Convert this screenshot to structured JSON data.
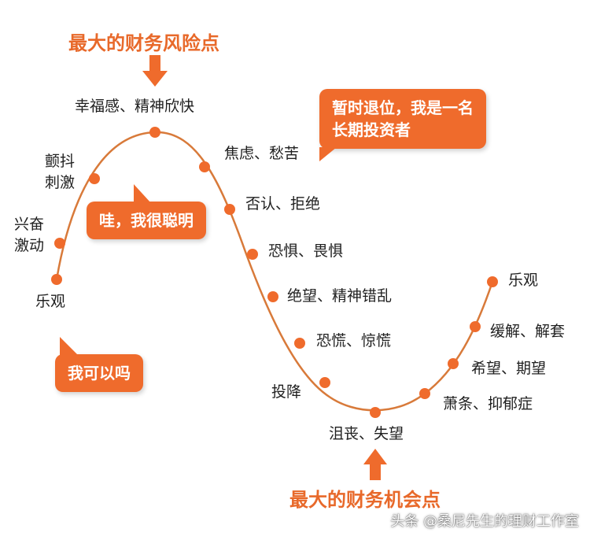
{
  "headings": {
    "risk": "最大的财务风险点",
    "opportunity": "最大的财务机会点"
  },
  "bubbles": {
    "retreat": [
      "暂时退位，我是一名",
      "长期投资者"
    ],
    "smart": "哇，我很聪明",
    "can_i": "我可以吗"
  },
  "stages": [
    {
      "label": "乐观"
    },
    {
      "label": "兴奋\n激动"
    },
    {
      "label": "颤抖\n刺激"
    },
    {
      "label": "幸福感、精神欣快"
    },
    {
      "label": "焦虑、愁苦"
    },
    {
      "label": "否认、拒绝"
    },
    {
      "label": "恐惧、畏惧"
    },
    {
      "label": "绝望、精神错乱"
    },
    {
      "label": "恐慌、惊慌"
    },
    {
      "label": "投降"
    },
    {
      "label": "沮丧、失望"
    },
    {
      "label": "萧条、抑郁症"
    },
    {
      "label": "希望、期望"
    },
    {
      "label": "缓解、解套"
    },
    {
      "label": "乐观"
    }
  ],
  "watermark": "头条 @桑尼先生的理财工作室",
  "colors": {
    "accent": "#ef6b2c",
    "curve": "#d87a3a",
    "heading": "#e8692a"
  }
}
